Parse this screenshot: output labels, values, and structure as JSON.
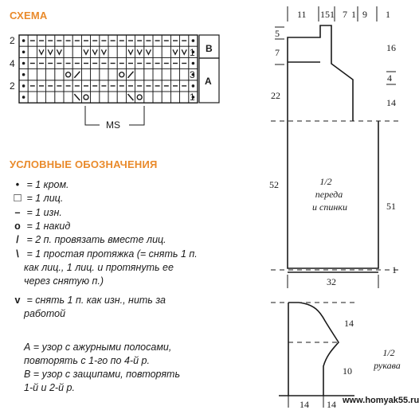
{
  "scheme": {
    "title": "СХЕМА",
    "row_labels_left": [
      "2",
      "4",
      "2"
    ],
    "row_labels_right": [
      "1",
      "3",
      "1"
    ],
    "section_labels": [
      "B",
      "A"
    ],
    "ms_label": "MS",
    "rows": [
      "k-d-d-d-d-d-d-d-d-d-d-d-d-d-d-d-d-d-d-k",
      "k-o-v-v-v-o-o-v-v-v-o-o-v-v-v-o-o-v-v-k",
      "k-d-d-d-d-d-d-d-d-d-d-d-d-d-d-d-d-d-d-k",
      "k-o-o-o-o-y-/-o-o-o-o-y-/-o-o-o-o-o-o-k",
      "k-d-d-d-d-d-d-d-d-d-d-d-d-d-d-d-d-d-d-k",
      "k-o-o-o-o-o-\\-y-o-o-o-o-\\-y-o-o-o-o-o-k"
    ]
  },
  "legend": {
    "title": "УСЛОВНЫЕ ОБОЗНАЧЕНИЯ",
    "items": [
      {
        "symbol": "•",
        "text": "= 1 кром."
      },
      {
        "symbol": "□",
        "text": "= 1 лиц."
      },
      {
        "symbol": "–",
        "text": "= 1 изн."
      },
      {
        "symbol": "o",
        "text": "= 1 накид"
      },
      {
        "symbol": "/",
        "text": "= 2 п. провязать вместе лиц."
      },
      {
        "symbol": "\\",
        "text": "= 1 простая протяжка (= снять 1 п."
      },
      {
        "symbol": "",
        "text": "как лиц., 1 лиц. и протянуть ее"
      },
      {
        "symbol": "",
        "text": "через снятую п.)"
      },
      {
        "symbol": "v",
        "text": "= снять 1 п. как изн., нить за"
      },
      {
        "symbol": "",
        "text": "работой"
      }
    ]
  },
  "notes": [
    "А = узор с ажурными полосами,",
    "повторять с 1-го по 4-й р.",
    "В = узор с защипами, повторять",
    "1-й и 2-й р."
  ],
  "body_pattern": {
    "top_widths": [
      "11",
      "15",
      "1",
      "7",
      "1",
      "9",
      "1"
    ],
    "left_dims": [
      "5",
      "7",
      "22",
      "52"
    ],
    "right_dims": [
      "16",
      "4",
      "14",
      "51",
      "1"
    ],
    "bottom_width": "32",
    "label_lines": [
      "1/2",
      "переда",
      "и спинки"
    ]
  },
  "sleeve_pattern": {
    "right_dims": [
      "14",
      "10"
    ],
    "bottom_widths": [
      "14",
      "14"
    ],
    "label_lines": [
      "1/2",
      "рукава"
    ]
  },
  "watermark": "www.homyak55.ru",
  "colors": {
    "heading": "#e98a2b",
    "ink": "#1a1a1a"
  }
}
